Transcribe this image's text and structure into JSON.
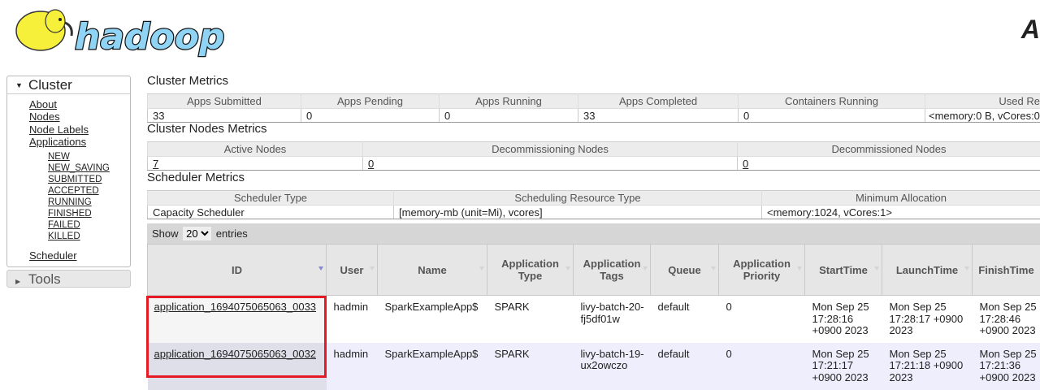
{
  "header": {
    "logo_text": "hadoop",
    "title": "A"
  },
  "nav": {
    "cluster": "Cluster",
    "links": [
      "About",
      "Nodes",
      "Node Labels",
      "Applications"
    ],
    "states": [
      "NEW",
      "NEW_SAVING",
      "SUBMITTED",
      "ACCEPTED",
      "RUNNING",
      "FINISHED",
      "FAILED",
      "KILLED"
    ],
    "scheduler": "Scheduler",
    "tools": "Tools"
  },
  "cluster_metrics": {
    "title": "Cluster Metrics",
    "headers": [
      "Apps Submitted",
      "Apps Pending",
      "Apps Running",
      "Apps Completed",
      "Containers Running",
      "Used Re"
    ],
    "values": [
      "33",
      "0",
      "0",
      "33",
      "0",
      "<memory:0 B, vCores:0"
    ]
  },
  "nodes_metrics": {
    "title": "Cluster Nodes Metrics",
    "headers": [
      "Active Nodes",
      "Decommissioning Nodes",
      "Decommissioned Nodes"
    ],
    "values": [
      "7",
      "0",
      "0"
    ]
  },
  "scheduler_metrics": {
    "title": "Scheduler Metrics",
    "headers": [
      "Scheduler Type",
      "Scheduling Resource Type",
      "Minimum Allocation"
    ],
    "values": [
      "Capacity Scheduler",
      "[memory-mb (unit=Mi), vcores]",
      "<memory:1024, vCores:1>"
    ]
  },
  "apps": {
    "show": "Show",
    "entries": "entries",
    "page_size": "20",
    "headers": [
      "ID",
      "User",
      "Name",
      "Application Type",
      "Application Tags",
      "Queue",
      "Application Priority",
      "StartTime",
      "LaunchTime",
      "FinishTime"
    ],
    "rows": [
      [
        "application_1694075065063_0033",
        "hadmin",
        "SparkExampleApp$",
        "SPARK",
        "livy-batch-20-fj5df01w",
        "default",
        "0",
        "Mon Sep 25 17:28:16 +0900 2023",
        "Mon Sep 25 17:28:17 +0900 2023",
        "Mon Sep 25 17:28:46 +0900 2023"
      ],
      [
        "application_1694075065063_0032",
        "hadmin",
        "SparkExampleApp$",
        "SPARK",
        "livy-batch-19-ux2owczo",
        "default",
        "0",
        "Mon Sep 25 17:21:17 +0900 2023",
        "Mon Sep 25 17:21:18 +0900 2023",
        "Mon Sep 25 17:21:36 +0900 2023"
      ]
    ]
  },
  "colors": {
    "highlight": "#e41b24",
    "logo_blue": "#8fd3f5",
    "logo_yellow": "#f7f03a"
  }
}
